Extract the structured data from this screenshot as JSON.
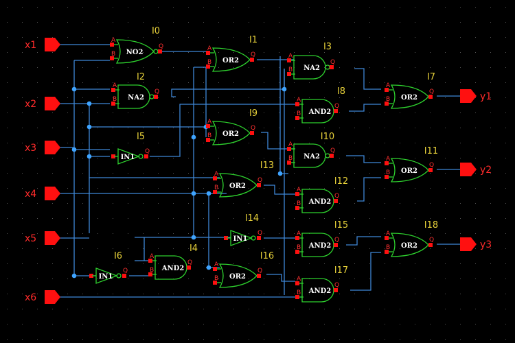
{
  "inputs": [
    {
      "id": "x1",
      "label": "x1"
    },
    {
      "id": "x2",
      "label": "x2"
    },
    {
      "id": "x3",
      "label": "x3"
    },
    {
      "id": "x4",
      "label": "x4"
    },
    {
      "id": "x5",
      "label": "x5"
    },
    {
      "id": "x6",
      "label": "x6"
    }
  ],
  "outputs": [
    {
      "id": "y1",
      "label": "y1"
    },
    {
      "id": "y2",
      "label": "y2"
    },
    {
      "id": "y3",
      "label": "y3"
    }
  ],
  "gates": [
    {
      "id": "I0",
      "inst": "I0",
      "type": "NO2"
    },
    {
      "id": "I1",
      "inst": "I1",
      "type": "OR2"
    },
    {
      "id": "I2",
      "inst": "I2",
      "type": "NA2"
    },
    {
      "id": "I3",
      "inst": "I3",
      "type": "NA2"
    },
    {
      "id": "I4",
      "inst": "I4",
      "type": "AND2"
    },
    {
      "id": "I5",
      "inst": "I5",
      "type": "IN1"
    },
    {
      "id": "I6",
      "inst": "I6",
      "type": "IN1"
    },
    {
      "id": "I7",
      "inst": "I7",
      "type": "OR2"
    },
    {
      "id": "I8",
      "inst": "I8",
      "type": "AND2"
    },
    {
      "id": "I9",
      "inst": "I9",
      "type": "OR2"
    },
    {
      "id": "I10",
      "inst": "I10",
      "type": "NA2"
    },
    {
      "id": "I11",
      "inst": "I11",
      "type": "OR2"
    },
    {
      "id": "I12",
      "inst": "I12",
      "type": "AND2"
    },
    {
      "id": "I13",
      "inst": "I13",
      "type": "OR2"
    },
    {
      "id": "I14",
      "inst": "I14",
      "type": "IN1"
    },
    {
      "id": "I15",
      "inst": "I15",
      "type": "AND2"
    },
    {
      "id": "I16",
      "inst": "I16",
      "type": "OR2"
    },
    {
      "id": "I17",
      "inst": "I17",
      "type": "AND2"
    },
    {
      "id": "I18",
      "inst": "I18",
      "type": "OR2"
    }
  ],
  "pin_labels": {
    "a": "A",
    "b": "B",
    "out": "Q"
  },
  "colors": {
    "background": "#000000",
    "wire": "#3f88d8",
    "gate": "#2ed12e",
    "pin": "#ff1010",
    "instance_label": "#e8d23a",
    "port_label": "#ff2b2b"
  }
}
